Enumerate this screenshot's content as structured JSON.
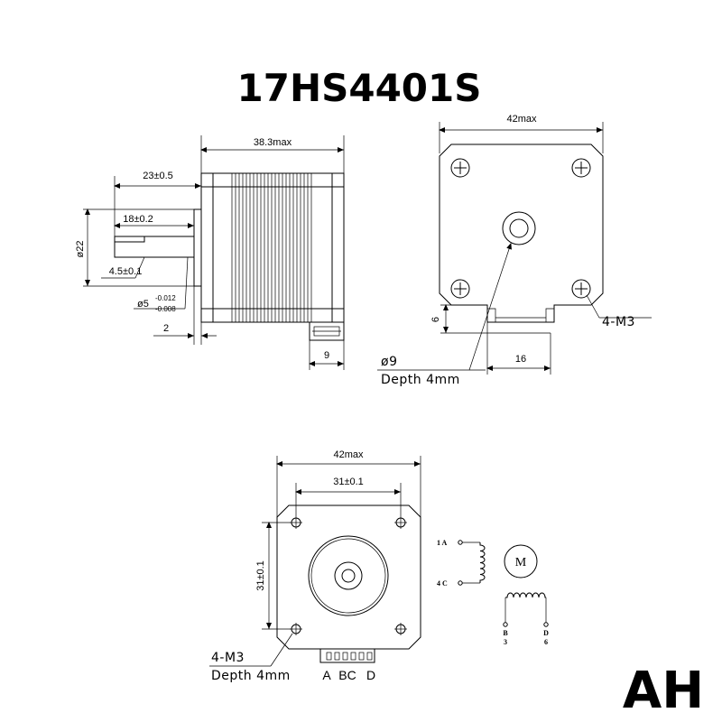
{
  "title": "17HS4401S",
  "brand": "AH",
  "side_view": {
    "length": "38.3max",
    "shaft_total": "23±0.5",
    "flat_length": "18±0.2",
    "flat_depth": "4.5±0.1",
    "boss_dia": "ø22",
    "shaft_dia": "ø5",
    "shaft_tol_upper": "-0.012",
    "shaft_tol_lower": "-0.008",
    "boss_length": "2",
    "connector_width": "9"
  },
  "rear_view": {
    "width": "42max",
    "connector_height": "6",
    "connector_width": "16",
    "holes": "4-M3",
    "bore": "ø9",
    "bore_depth": "Depth 4mm"
  },
  "front_view": {
    "width": "42max",
    "hole_spacing_h": "31±0.1",
    "hole_spacing_v": "31±0.1",
    "holes": "4-M3",
    "holes_depth": "Depth 4mm",
    "connector_labels": [
      "A",
      "BC",
      "D"
    ]
  },
  "wiring": {
    "motor_symbol": "M",
    "pins": [
      "1 A",
      "4 C",
      "B",
      "3",
      "D",
      "6"
    ]
  }
}
